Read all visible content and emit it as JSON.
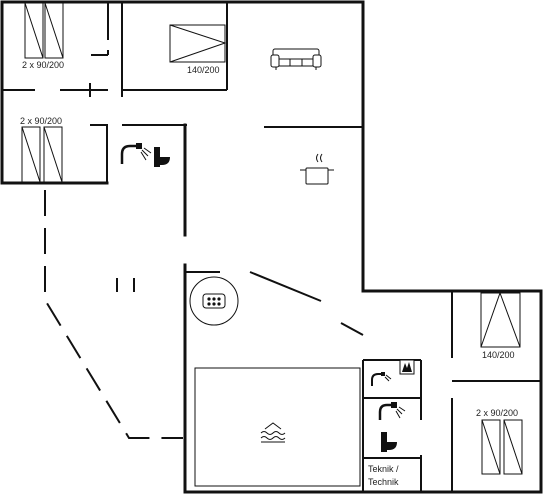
{
  "labels": {
    "bed_topleft": "2 x 90/200",
    "bed_top_double": "140/200",
    "bed_left": "2 x 90/200",
    "bed_right_double": "140/200",
    "bed_right_twin": "2 x 90/200",
    "utility_line1": "Teknik /",
    "utility_line2": "Technik"
  },
  "icons": [
    "sofa-icon",
    "kitchen-pot-icon",
    "shower-icon",
    "toilet-icon",
    "whirlpool-icon",
    "pool-icon",
    "sauna-stove-icon"
  ]
}
